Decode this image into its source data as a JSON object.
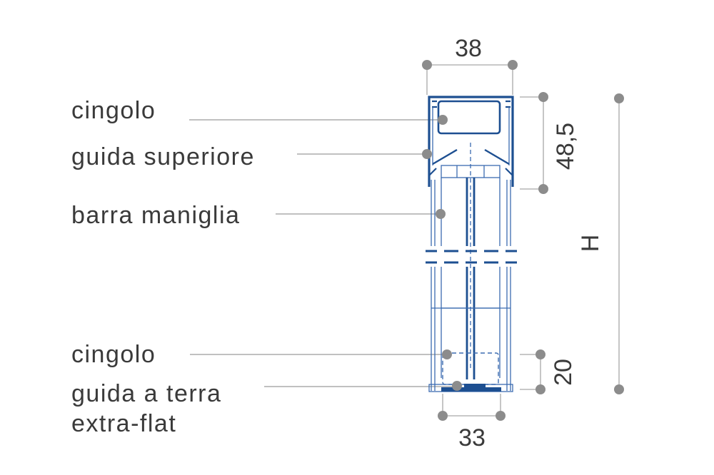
{
  "labels": {
    "cingolo_top": "cingolo",
    "guida_superiore": "guida superiore",
    "barra_maniglia": "barra maniglia",
    "cingolo_bottom": "cingolo",
    "guida_terra_line1": "guida a terra",
    "guida_terra_line2": "extra-flat"
  },
  "dimensions": {
    "top_width": "38",
    "bottom_width": "33",
    "top_height": "48,5",
    "bottom_height": "20",
    "total_height": "H"
  },
  "colors": {
    "profile": "#1d4f91",
    "dimension": "#a8a8a8",
    "dot": "#8c8c8c",
    "text": "#3a3a3a"
  }
}
